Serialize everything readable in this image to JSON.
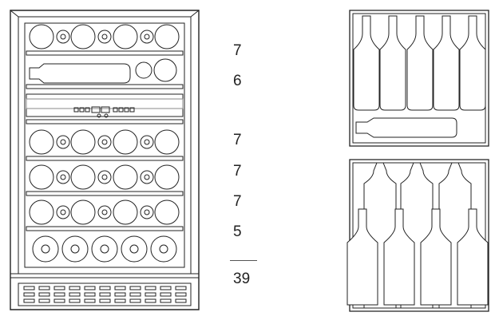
{
  "shelf_counts": [
    "7",
    "6",
    "7",
    "7",
    "7",
    "5"
  ],
  "total": "39",
  "colors": {
    "line": "#222222",
    "fill": "#ffffff",
    "text": "#222222"
  },
  "views": [
    "front-view-cabinet",
    "upper-zone-detail",
    "lower-zone-detail"
  ]
}
